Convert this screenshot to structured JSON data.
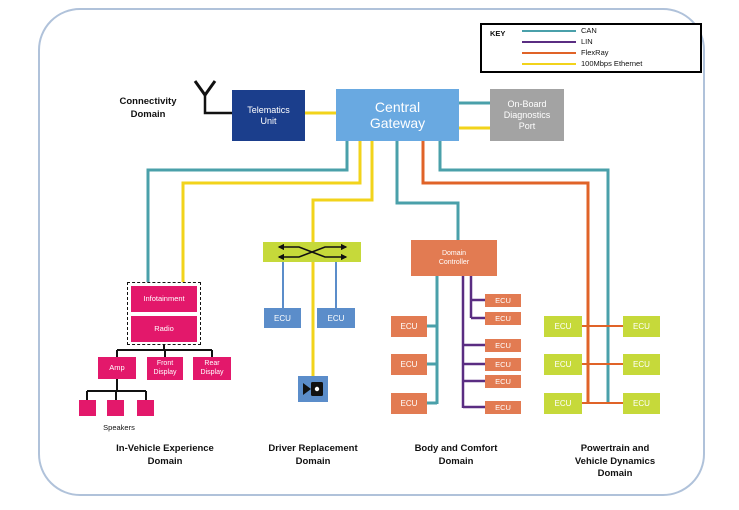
{
  "colors": {
    "can": "#4aa0aa",
    "lin": "#5a2d82",
    "flexray": "#e06328",
    "ethernet": "#f2d31b",
    "telematics": "#1b3e8c",
    "gateway": "#69a9e1",
    "obd": "#a3a3a3",
    "in_vehicle": "#e3186b",
    "driver_switch": "#c6d93a",
    "driver_ecu": "#5b8dca",
    "body": "#e27b52",
    "powertrain": "#c6d93a",
    "frame": "#b0c2da"
  },
  "key": {
    "title": "KEY",
    "entries": [
      "CAN",
      "LIN",
      "FlexRay",
      "100Mbps Ethernet"
    ]
  },
  "connectivity": {
    "label": [
      "Connectivity",
      "Domain"
    ]
  },
  "telematics": {
    "label": [
      "Telematics",
      "Unit"
    ]
  },
  "gateway": {
    "label": [
      "Central",
      "Gateway"
    ]
  },
  "obd": {
    "label": [
      "On-Board",
      "Diagnostics",
      "Port"
    ]
  },
  "in_vehicle": {
    "infotainment": "Infotainment",
    "radio": "Radio",
    "amp": "Amp",
    "front_display": [
      "Front",
      "Display"
    ],
    "rear_display": [
      "Rear",
      "Display"
    ],
    "speakers_label": "Speakers",
    "domain_label": [
      "In-Vehicle Experience",
      "Domain"
    ]
  },
  "driver": {
    "ecus": [
      "ECU",
      "ECU"
    ],
    "domain_label": [
      "Driver Replacement",
      "Domain"
    ]
  },
  "body": {
    "controller": [
      "Domain",
      "Controller"
    ],
    "can_ecus": [
      "ECU",
      "ECU",
      "ECU"
    ],
    "lin_ecus": [
      "ECU",
      "ECU",
      "ECU",
      "ECU",
      "ECU",
      "ECU"
    ],
    "domain_label": [
      "Body and Comfort",
      "Domain"
    ]
  },
  "powertrain": {
    "left_ecus": [
      "ECU",
      "ECU",
      "ECU"
    ],
    "right_ecus": [
      "ECU",
      "ECU",
      "ECU"
    ],
    "domain_label": [
      "Powertrain and",
      "Vehicle Dynamics",
      "Domain"
    ]
  }
}
